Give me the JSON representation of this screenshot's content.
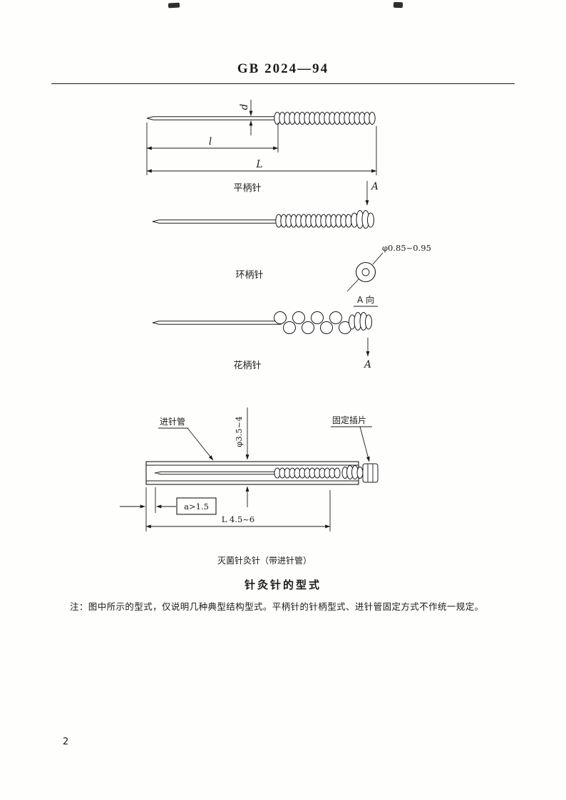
{
  "document": {
    "header_title": "GB 2024—94",
    "caption": "针灸针的型式",
    "note": "注：图中所示的型式，仅说明几种典型结构型式。平柄针的针柄型式、进针管固定方式不作统一规定。",
    "page_number": "2"
  },
  "figures": {
    "flat_handle": {
      "label": "平柄针",
      "dim_d": "d",
      "dim_l": "l",
      "dim_total": "L"
    },
    "ring_handle": {
      "label": "环柄针",
      "view_label": "A",
      "detail_dim": "φ0.85~0.95",
      "detail_view": "A 向"
    },
    "flower_handle": {
      "label": "花柄针",
      "view_label": "A"
    },
    "sterile_tube": {
      "label": "灭菌针灸针（带进针管）",
      "tube_label": "进针管",
      "tab_label": "固定插片",
      "dim_diameter": "φ3.5~4",
      "dim_a": "a>1.5",
      "dim_length": "L 4.5~6"
    }
  }
}
